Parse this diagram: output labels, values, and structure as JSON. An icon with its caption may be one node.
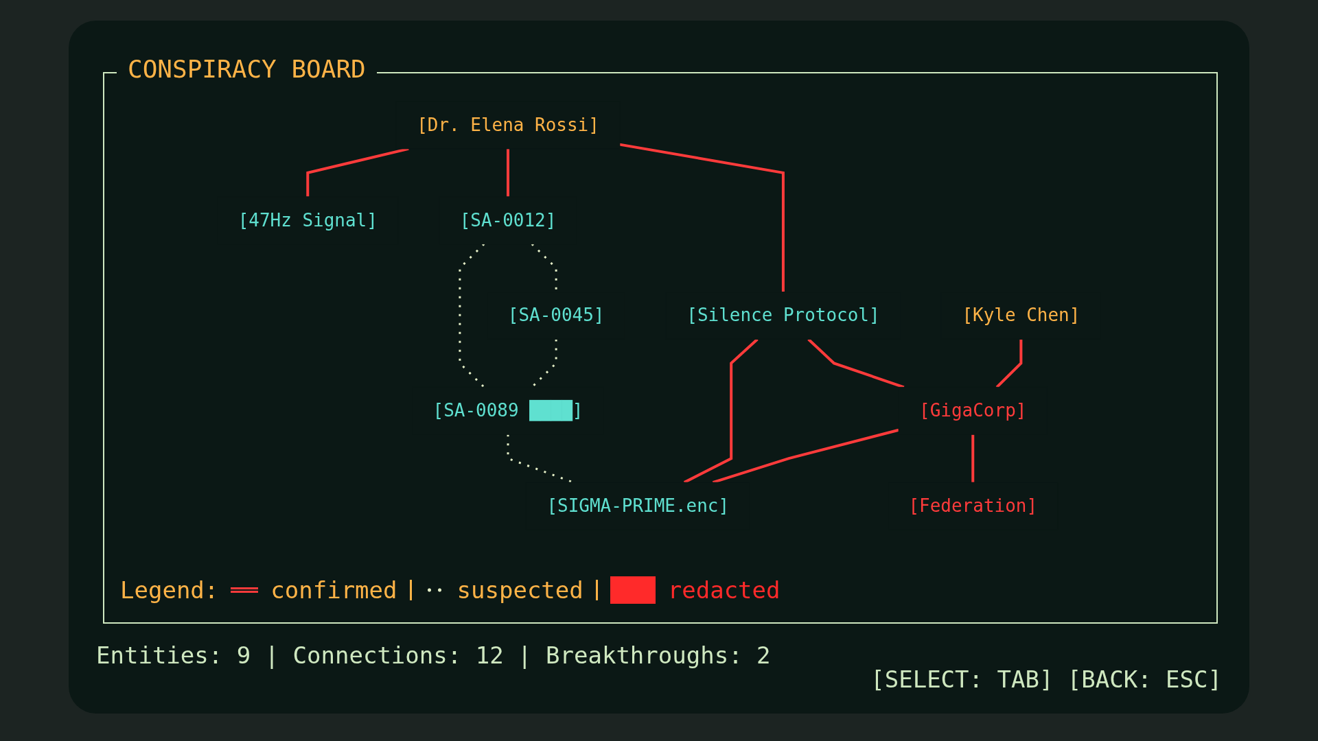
{
  "diagram": {
    "title": "CONSPIRACY BOARD",
    "nodes": [
      {
        "text": [
          "[47Hz Signal]"
        ]
      },
      {
        "text": [
          "[Dr. Elena Rossi]"
        ]
      },
      {
        "text": [
          "[Kyle Chen]"
        ]
      },
      {
        "text": [
          "[SA-0012]"
        ]
      },
      {
        "text": [
          "[SA-0045]"
        ]
      },
      {
        "text": [
          "[SA-0089 ████]"
        ]
      },
      {
        "text": [
          "[GigaCorp]"
        ]
      },
      {
        "text": [
          "[Silence Protocol]"
        ]
      },
      {
        "text": [
          "[SIGMA-PRIME.enc]"
        ]
      },
      {
        "text": [
          "[Federation]"
        ]
      }
    ],
    "edges": [
      {
        "from": 1,
        "to": 0,
        "arrow": "none"
      },
      {
        "from": 1,
        "to": 3,
        "arrow": "none"
      },
      {
        "from": 1,
        "to": 7,
        "arrow": "none"
      },
      {
        "from": 3,
        "to": 4,
        "arrow": "none",
        "style": "dashed",
        "color": "#e6f0c8"
      },
      {
        "from": 3,
        "to": 5,
        "arrow": "none",
        "style": "dashed",
        "color": "#e6f0c8"
      },
      {
        "from": 4,
        "to": 5,
        "arrow": "none",
        "style": "dashed",
        "color": "#e6f0c8"
      },
      {
        "from": 5,
        "to": 8,
        "arrow": "none",
        "style": "dashed",
        "color": "#e6f0c8"
      },
      {
        "from": 7,
        "to": 6,
        "arrow": "none"
      },
      {
        "from": 7,
        "to": 8,
        "arrow": "none"
      },
      {
        "from": 6,
        "to": 8,
        "arrow": "none"
      },
      {
        "from": 2,
        "to": 6,
        "arrow": "none"
      },
      {
        "from": 6,
        "to": 9,
        "arrow": "none"
      }
    ],
    "labels": [
      "Legend:",
      "Entities: 9 | Connections: 12 | Breakthroughs: 2",
      "[SELECT: TAB] [BACK: ESC]"
    ],
    "legend": [
      {
        "text": "confirmed"
      },
      {
        "text": "suspected"
      },
      {
        "text": "redacted",
        "color": "#ff2a2a"
      }
    ]
  }
}
